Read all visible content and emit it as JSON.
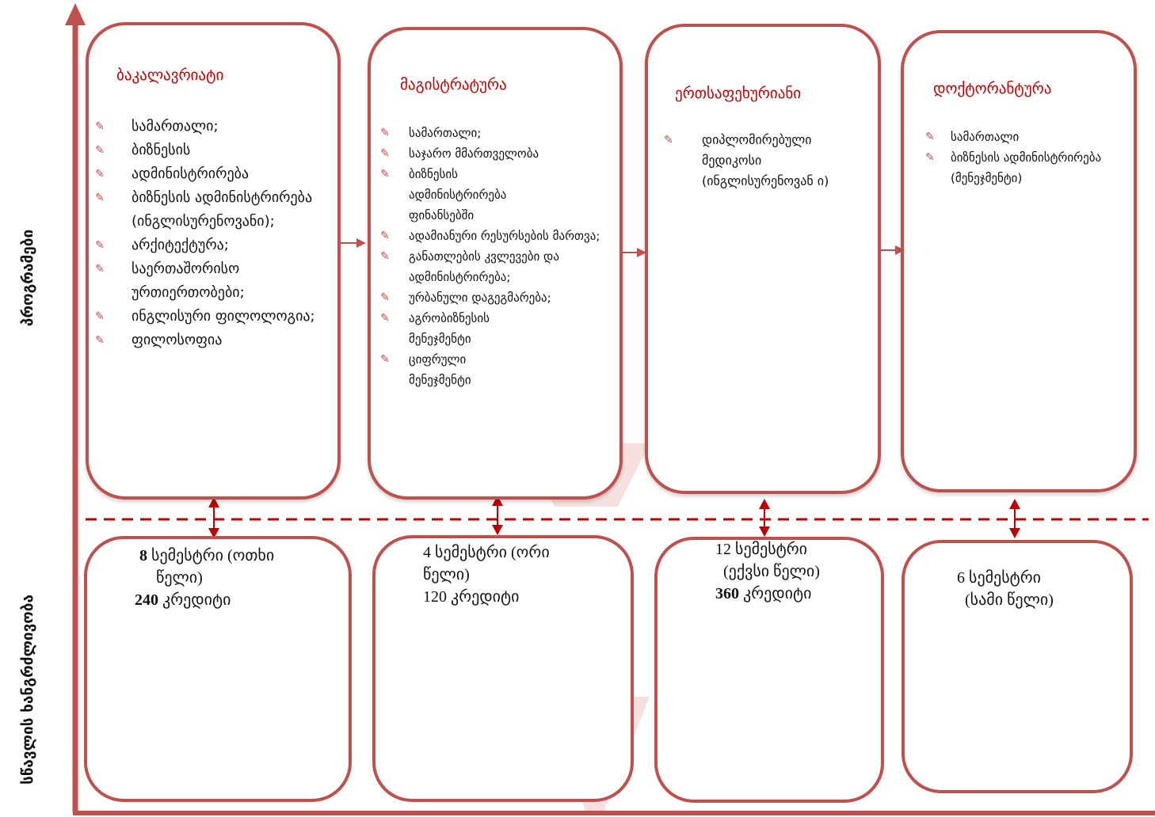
{
  "axes": {
    "y_label": "პროგრამები",
    "x_label": "სწავლის ხანგრძლივობა"
  },
  "programs": [
    {
      "title": "ბაკალავრიატი",
      "items": [
        "სამართალი;",
        "ბიზნესის",
        "ადმინისტრირება",
        "ბიზნესის ადმინისტრირება (ინგლისურენოვანი);",
        "არქიტექტურა;",
        "საერთაშორისო ურთიერთობები;",
        "ინგლისური ფილოლოგია;",
        "ფილოსოფია"
      ]
    },
    {
      "title": "მაგისტრატურა",
      "items": [
        "სამართალი;",
        "საჯარო მმართველობა",
        "ბიზნესის ადმინისტრირება ფინანსებში",
        "ადამიანური რესურსების მართვა;",
        "განათლების კვლევები და ადმინისტრირება;",
        "ურბანული დაგეგმარება;",
        "აგრობიზნესის მენეჯმენტი",
        "ციფრული მენეჯმენტი"
      ]
    },
    {
      "title": "ერთსაფეხურიანი",
      "items": [
        "დიპლომირებული მედიკოსი (ინგლისურენოვან ი)"
      ]
    },
    {
      "title": "დოქტორანტურა",
      "items": [
        "სამართალი",
        "ბიზნესის ადმინისტრირება (მენეჯმენტი)"
      ]
    }
  ],
  "durations": [
    {
      "num": "8",
      "line1": "სემესტრი (ოთხი",
      "line2": "წელი)",
      "credits_num": "240",
      "credits_label": "კრედიტი"
    },
    {
      "num": "4",
      "line1": "სემესტრი (ორი",
      "line2": "წელი)",
      "credits_num": "120",
      "credits_label": "კრედიტი"
    },
    {
      "num": "12",
      "line1": "სემესტრი",
      "line2": "(ექვსი წელი)",
      "credits_num": "360",
      "credits_label": "კრედიტი"
    },
    {
      "num": "6",
      "line1": "სემესტრი",
      "line2": "(სამი წელი)"
    }
  ],
  "colors": {
    "box_border": "#c0504d",
    "title": "#c00000",
    "axis": "#c0504d",
    "dashed_line": "#c00000"
  }
}
